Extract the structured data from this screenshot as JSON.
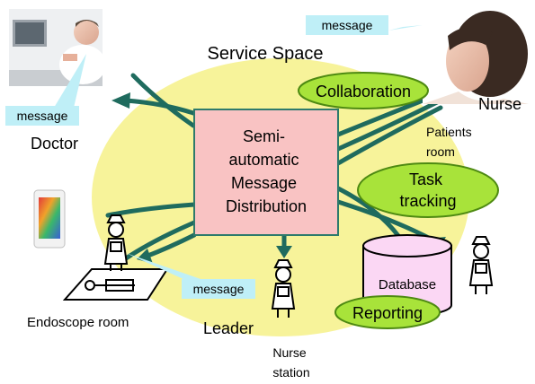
{
  "title": "Service Space",
  "center_box": {
    "lines": [
      "Semi-",
      "automatic",
      "Message",
      "Distribution"
    ]
  },
  "functions": {
    "collaboration": "Collaboration",
    "task_tracking": [
      "Task",
      "tracking"
    ],
    "reporting": "Reporting"
  },
  "message_tags": {
    "nurse": "message",
    "doctor": "message",
    "endoscope": "message"
  },
  "actors": {
    "doctor": "Doctor",
    "nurse": "Nurse",
    "leader": "Leader"
  },
  "places": {
    "patients_room": [
      "Patients",
      "room"
    ],
    "endoscope_room": "Endoscope room",
    "nurse_station": [
      "Nurse",
      "station"
    ]
  },
  "database": "Database",
  "colors": {
    "service_space": "#f7f39a",
    "center_box_fill": "#f9c3c3",
    "center_box_border": "#2e7a6c",
    "connector": "#1f6b5e",
    "function_oval": "#a8e33a",
    "message_tag": "#bfeff7",
    "database_fill": "#fbd7f4"
  },
  "icons": [
    "doctor-photo",
    "nurse-photo",
    "smartphone-icon",
    "nurse-figure-icon",
    "patient-bed-icon",
    "database-cylinder"
  ]
}
